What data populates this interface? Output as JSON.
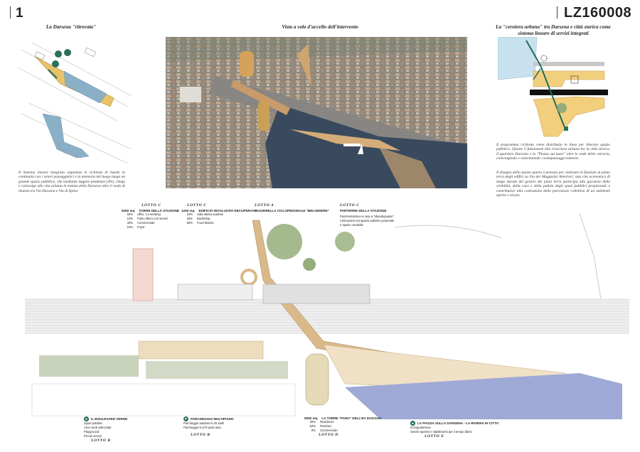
{
  "header": {
    "page_number": "1",
    "code": "LZ160008"
  },
  "left_panel": {
    "title": "La Darsena \"ritrovata\"",
    "text": "Il Sistema lineare integrato organizza le richieste di bando in continuità con i valori paesaggistici e la memoria del luogo lungo un grande spazio pubblico, che mediante leggere pendenze (4%), rilega e coinvolge alla vita urbana la testata della Darsena oltre il nodo di innesto tra Via Darsena e Via di Spina."
  },
  "center_panel": {
    "title": "Vista a volo d'uccello dell'intervento"
  },
  "right_panel": {
    "title": "La \"cerniera urbana\" tra Darsena e città storica come sistema lineare di servizi integrati",
    "text1": "Il programma richiesto viene distribuito in linea per liberare spazio pubblico. Questo il funzionale alla ricucitura urbana tra la città storica, il quartiere Darsena e la \"Piazza sul mare\" oltre le onde della vetrarìa, coinvolgendo e valorizzando i sottopassaggi esistenti.",
    "text2": "Il disegno dello spazio aperto è pensato per riattivare le funzioni al piano terra degli edifici su Via dei Magazzini Anteriori: una vita economica di lungo durata dei gestori dei piani terra partecipa alla garanzia della vivibilità, della cura e della pulizia degli spazi pubblici propiziando e contribuisce alla costruzione della percezione collettiva di un ambiente aperto e sicuro."
  },
  "lots_top": [
    {
      "lotto": "LOTTO C",
      "size": "5300 mq",
      "title": "TORRE DELLA STAZIONE",
      "rows": [
        {
          "pct": "50%",
          "label": "Uffici, Co-working"
        },
        {
          "pct": "10%",
          "label": "Piano libero con servizi"
        },
        {
          "pct": "30%",
          "label": "Commerciale"
        },
        {
          "pct": "10%",
          "label": "Foyer"
        }
      ]
    },
    {
      "lotto": "LOTTO C",
      "size": "1200 mq",
      "title": "EDIFICIO INVOLUCRO RECUPERATO",
      "rows": [
        {
          "pct": "15%",
          "label": "Sala attesa autobus"
        },
        {
          "pct": "25%",
          "label": "Bookshop"
        },
        {
          "pct": "60%",
          "label": "Food Market"
        }
      ]
    },
    {
      "lotto": "LOTTO A",
      "size": "",
      "title": "PASSERELLA CICLOPEDONALE \"BELVEDERE\"",
      "rows": []
    },
    {
      "lotto": "LOTTO C",
      "size": "",
      "title": "PARTERRE DELLA STAZIONE",
      "items": [
        "Pavimentazione a rosa a \"sbandiqoasse\"",
        "Animazione tra spazio pubblico pedonale",
        "e spazio carrabile"
      ]
    }
  ],
  "lots_bottom": [
    {
      "lotto": "LOTTO B",
      "title": "IL BOULEVARD VERDE",
      "icon": "tree-icon",
      "items": [
        "Spazi pubblici",
        "Aree verdi attrezzate",
        "Playground",
        "Piccoli servizi"
      ]
    },
    {
      "lotto": "LOTTO B",
      "title": "PARCHEGGIO MULTIPIANO",
      "icon": "parking-icon",
      "items": [
        "Parcheggio autobus N.20 stalli",
        "Parcheggio N.270 posti auto"
      ]
    },
    {
      "lotto": "LOTTO D",
      "size": "5000 mq",
      "title": "LA TORRE \"FARO\" DELL'EX DOGANA",
      "rows": [
        {
          "pct": "30%",
          "label": "Residenze"
        },
        {
          "pct": "62%",
          "label": "Ricettivo"
        },
        {
          "pct": "8%",
          "label": "Commerciale"
        }
      ]
    },
    {
      "lotto": "LOTTO E",
      "title": "LA PIAZZA SULLA DARSENA - LA RIVIERA IN CITTA'",
      "icon": "tree-icon",
      "items": [
        "Il lungodarsena",
        "Servizi sportivi e stabilimenti per il tempo libero"
      ]
    }
  ],
  "colors": {
    "water": "#9ea9d6",
    "walkway": "#d9b98a",
    "green": "#7f9a6a",
    "facade": "#e3a598",
    "accent": "#2b6f5e"
  }
}
